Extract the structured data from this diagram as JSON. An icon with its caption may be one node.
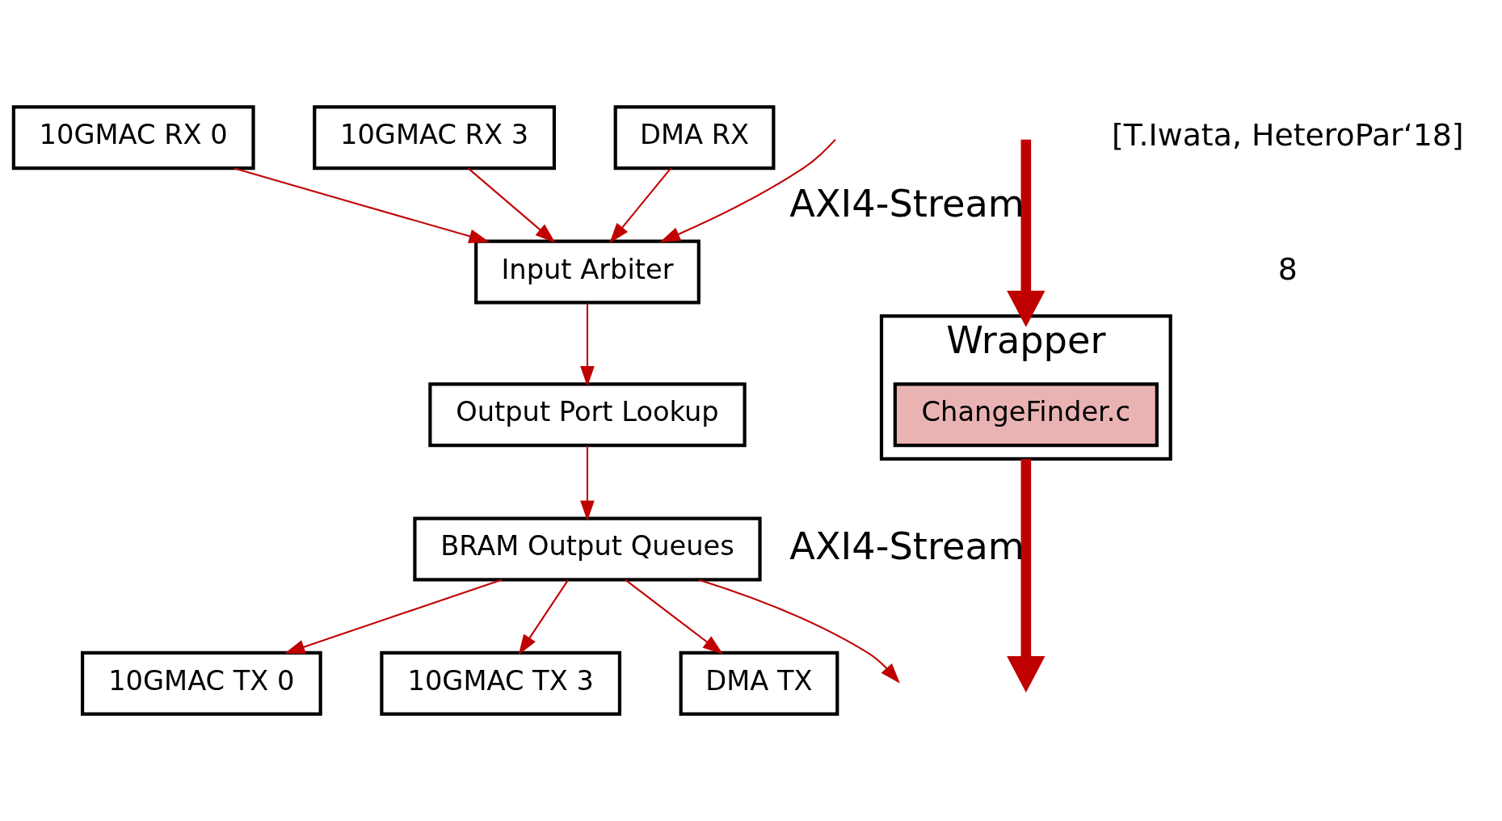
{
  "diagram": {
    "nodes": [
      {
        "text": [
          "10GMAC RX 0"
        ]
      },
      {
        "text": [
          "10GMAC RX 3"
        ]
      },
      {
        "text": [
          "DMA RX"
        ]
      },
      {
        "text": [
          "Input Arbiter"
        ]
      },
      {
        "text": [
          "Output Port Lookup"
        ]
      },
      {
        "text": [
          "BRAM Output Queues"
        ]
      },
      {
        "text": [
          "10GMAC TX 0"
        ]
      },
      {
        "text": [
          "10GMAC TX 3"
        ]
      },
      {
        "text": [
          "DMA TX"
        ]
      },
      {
        "text": [
          "Wrapper"
        ]
      },
      {
        "text": [
          "ChangeFinder.c"
        ],
        "in": 9
      }
    ],
    "edges": [
      {
        "from": 0,
        "to": 3,
        "arrow": "to"
      },
      {
        "from": null,
        "to": 3,
        "arrow": "to"
      },
      {
        "from": 1,
        "to": 3,
        "arrow": "to"
      },
      {
        "from": 2,
        "to": 3,
        "arrow": "to"
      },
      {
        "from": 3,
        "to": 4,
        "arrow": "to"
      },
      {
        "from": 4,
        "to": 5,
        "arrow": "to"
      },
      {
        "from": 5,
        "to": 6,
        "arrow": "to"
      },
      {
        "from": 5,
        "to": null,
        "arrow": "to"
      },
      {
        "from": 5,
        "to": 7,
        "arrow": "to"
      },
      {
        "from": 5,
        "to": 8,
        "arrow": "to"
      },
      {
        "from": 9,
        "to": null,
        "arrow": "to",
        "label": "AXI4-Stream",
        "style": "thick"
      },
      {
        "from": null,
        "to": 9,
        "arrow": "to",
        "label": "AXI4-Stream",
        "style": "thick"
      }
    ],
    "labels": [
      "[T.Iwata, HeteroPar‘18]",
      "8"
    ]
  }
}
